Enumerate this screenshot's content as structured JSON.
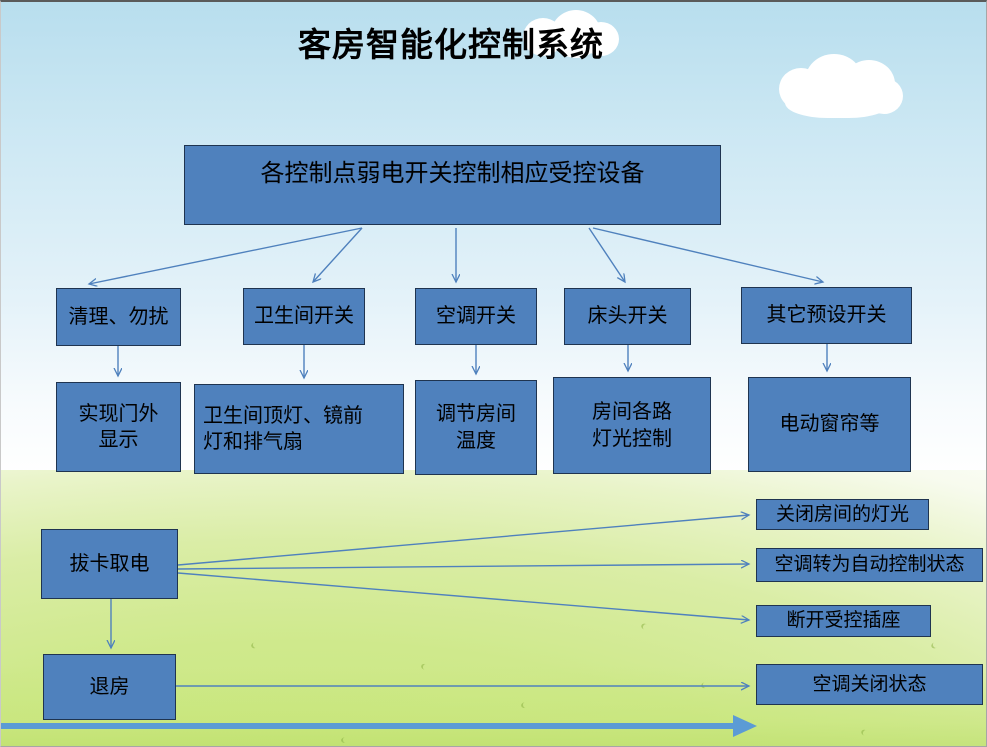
{
  "slide": {
    "title": "客房智能化控制系统"
  },
  "colors": {
    "box_fill": "#4f81bd",
    "box_border": "#1f3450",
    "line": "#4f81bd",
    "thick_arrow": "#5b9bd5",
    "text": "#000000"
  },
  "nodes": {
    "root": {
      "label": "各控制点弱电开关控制相应受控设备"
    },
    "sw_clean": {
      "label": "清理、勿扰"
    },
    "sw_bathroom": {
      "label": "卫生间开关"
    },
    "sw_ac": {
      "label": "空调开关"
    },
    "sw_bed": {
      "label": "床头开关"
    },
    "sw_preset": {
      "label": "其它预设开关"
    },
    "fn_door_display": {
      "label": "实现门外\n显示"
    },
    "fn_bath_lights": {
      "label": "卫生间顶灯、镜前\n灯和排气扇"
    },
    "fn_room_temp": {
      "label": "调节房间\n温度"
    },
    "fn_light_control": {
      "label": "房间各路\n灯光控制"
    },
    "fn_curtain": {
      "label": "电动窗帘等"
    },
    "card_out": {
      "label": "拔卡取电"
    },
    "checkout": {
      "label": "退房"
    },
    "act_lights_off": {
      "label": "关闭房间的灯光"
    },
    "act_ac_auto": {
      "label": "空调转为自动控制状态"
    },
    "act_socket_off": {
      "label": "断开受控插座"
    },
    "act_ac_off": {
      "label": "空调关闭状态"
    }
  },
  "edges": [
    {
      "from": "root",
      "to": "sw_clean"
    },
    {
      "from": "root",
      "to": "sw_bathroom"
    },
    {
      "from": "root",
      "to": "sw_ac"
    },
    {
      "from": "root",
      "to": "sw_bed"
    },
    {
      "from": "root",
      "to": "sw_preset"
    },
    {
      "from": "sw_clean",
      "to": "fn_door_display"
    },
    {
      "from": "sw_bathroom",
      "to": "fn_bath_lights"
    },
    {
      "from": "sw_ac",
      "to": "fn_room_temp"
    },
    {
      "from": "sw_bed",
      "to": "fn_light_control"
    },
    {
      "from": "sw_preset",
      "to": "fn_curtain"
    },
    {
      "from": "card_out",
      "to": "act_lights_off"
    },
    {
      "from": "card_out",
      "to": "act_ac_auto"
    },
    {
      "from": "card_out",
      "to": "act_socket_off"
    },
    {
      "from": "card_out",
      "to": "checkout"
    },
    {
      "from": "checkout",
      "to": "act_ac_off"
    }
  ]
}
